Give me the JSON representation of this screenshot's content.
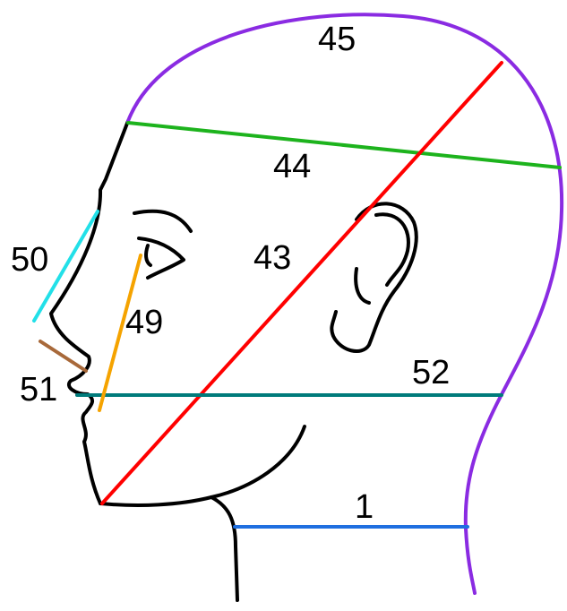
{
  "colors": {
    "outline": "#000000",
    "m1": "#1f6fe0",
    "m43": "#ff0000",
    "m44": "#1db31d",
    "m45": "#8a2be2",
    "m49": "#f5a300",
    "m50": "#22e0e8",
    "m51": "#a8693a",
    "m52": "#007b7b"
  },
  "labels": {
    "m1": "1",
    "m43": "43",
    "m44": "44",
    "m45": "45",
    "m49": "49",
    "m50": "50",
    "m51": "51",
    "m52": "52"
  }
}
